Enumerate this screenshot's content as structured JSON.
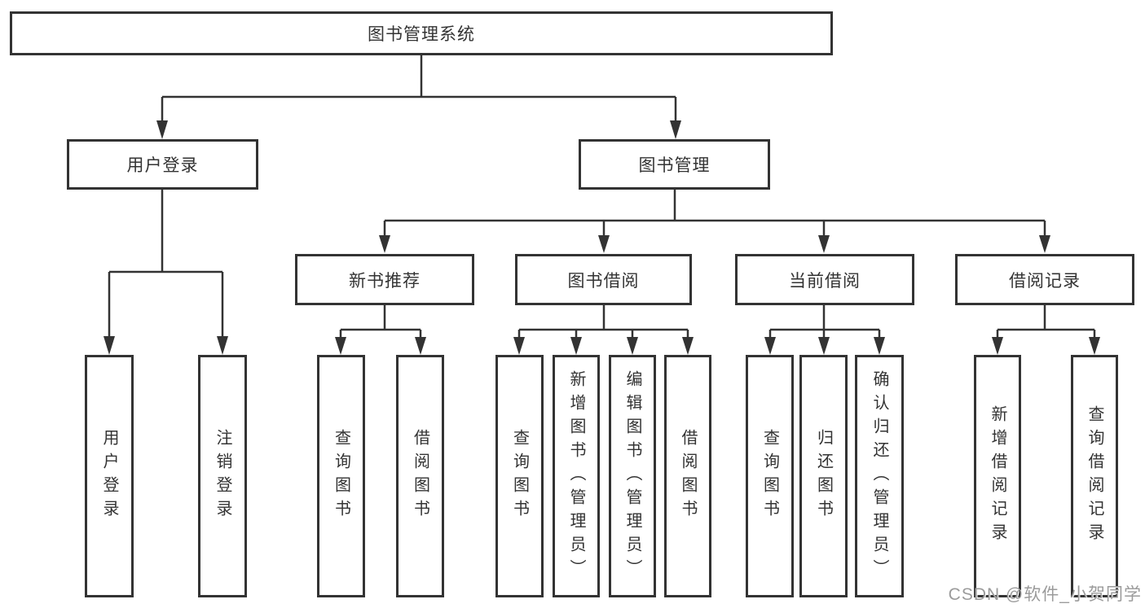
{
  "diagram": {
    "root": {
      "label": "图书管理系统"
    },
    "branches": [
      {
        "label": "用户登录",
        "children": [
          {
            "label": "用户登录"
          },
          {
            "label": "注销登录"
          }
        ]
      },
      {
        "label": "图书管理",
        "children": [
          {
            "label": "新书推荐",
            "children": [
              {
                "label": "查询图书"
              },
              {
                "label": "借阅图书"
              }
            ]
          },
          {
            "label": "图书借阅",
            "children": [
              {
                "label": "查询图书"
              },
              {
                "label": "新增图书（管理员）"
              },
              {
                "label": "编辑图书（管理员）"
              },
              {
                "label": "借阅图书"
              }
            ]
          },
          {
            "label": "当前借阅",
            "children": [
              {
                "label": "查询图书"
              },
              {
                "label": "归还图书"
              },
              {
                "label": "确认归还（管理员）"
              }
            ]
          },
          {
            "label": "借阅记录",
            "children": [
              {
                "label": "新增借阅记录"
              },
              {
                "label": "查询借阅记录"
              }
            ]
          }
        ]
      }
    ]
  },
  "watermark": {
    "text": "CSDN @软件_小贺同学"
  },
  "colors": {
    "background": "#ffffff",
    "line": "#333333",
    "box_border": "#333333",
    "box_fill": "#ffffff",
    "text": "#333333",
    "watermark": "#9b9b9b"
  }
}
